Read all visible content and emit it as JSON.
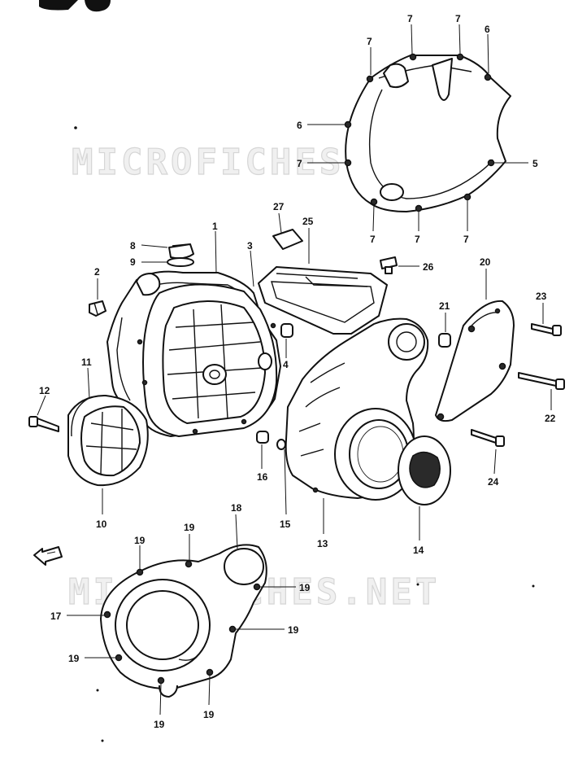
{
  "watermark": {
    "text": "MICROFICHES.NET"
  },
  "callouts": {
    "c1": "1",
    "c2": "2",
    "c3": "3",
    "c4": "4",
    "c5": "5",
    "c6": "6",
    "c7": "7",
    "c8": "8",
    "c9": "9",
    "c10": "10",
    "c11": "11",
    "c12": "12",
    "c13": "13",
    "c14": "14",
    "c15": "15",
    "c16": "16",
    "c17": "17",
    "c18": "18",
    "c19": "19",
    "c20": "20",
    "c21": "21",
    "c22": "22",
    "c23": "23",
    "c24": "24",
    "c25": "25",
    "c26": "26",
    "c27": "27"
  }
}
